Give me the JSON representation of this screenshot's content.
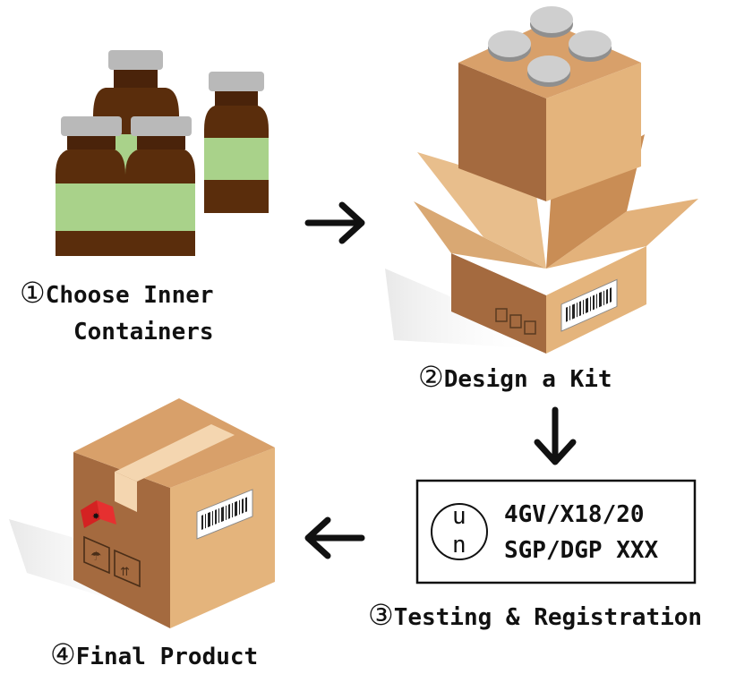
{
  "steps": {
    "step1": {
      "number": "①",
      "line1": "Choose Inner",
      "line2": "Containers"
    },
    "step2": {
      "number": "②",
      "label": "Design a Kit"
    },
    "step3": {
      "number": "③",
      "label": "Testing & Registration"
    },
    "step4": {
      "number": "④",
      "label": "Final Product"
    }
  },
  "un_marking": {
    "symbol_top": "u",
    "symbol_bottom": "n",
    "line1": "4GV/X18/20",
    "line2": "SGP/DGP XXX"
  },
  "icons": {
    "containers": "brown-glass-vials-icon",
    "kit": "open-cardboard-box-with-vials-icon",
    "final": "sealed-cardboard-box-icon",
    "arrows": [
      "arrow-right-icon",
      "arrow-down-icon",
      "arrow-left-icon"
    ]
  },
  "colors": {
    "glass": "#5a2d0c",
    "label_green": "#a9d28a",
    "cap": "#b9b9b9",
    "box_front": "#e4b47c",
    "box_side": "#a46a3f",
    "box_top": "#d8a06a",
    "tape": "#f4d6b0",
    "hazard": "#e63030"
  }
}
